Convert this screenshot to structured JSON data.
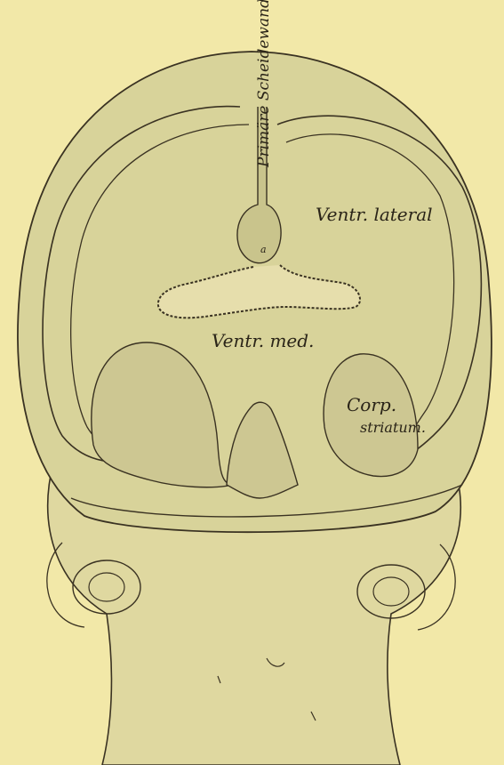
{
  "labels": {
    "septum": "Primäre Scheidewand",
    "lateral_ventricle": "Ventr. lateral",
    "medial_ventricle": "Ventr. med.",
    "corpus_striatum_line1": "Corp.",
    "corpus_striatum_line2": "striatum.",
    "marker_a": "a"
  },
  "colors": {
    "paper": "#f2e8a8",
    "tissue": "#d8d39a",
    "tissue_dark": "#b9b483",
    "ink": "#2a2418"
  }
}
